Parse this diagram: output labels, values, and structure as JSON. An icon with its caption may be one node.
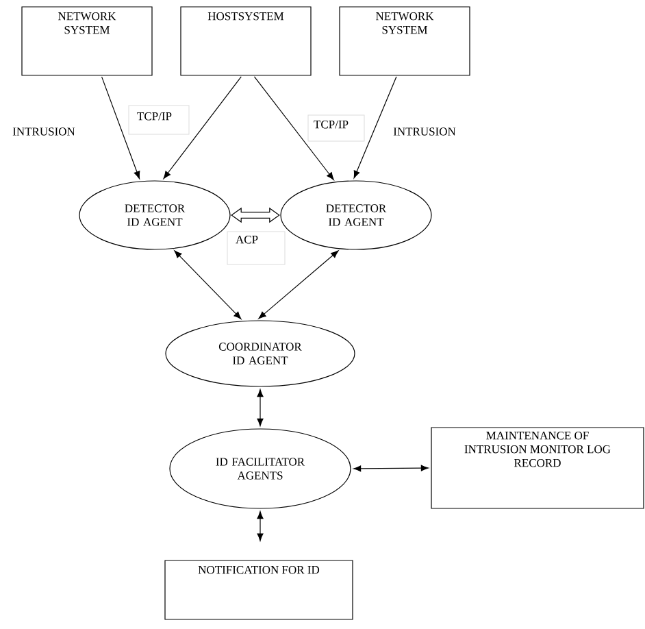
{
  "diagram": {
    "nodes": [
      {
        "text": [
          "NETWORK SYSTEM"
        ]
      },
      {
        "text": [
          "HOSTSYSTEM"
        ]
      },
      {
        "text": [
          "NETWORK SYSTEM"
        ]
      },
      {
        "text": [
          "DETECTOR ID AGENT"
        ]
      },
      {
        "text": [
          "DETECTOR ID AGENT"
        ]
      },
      {
        "text": [
          "COORDINATOR ID AGENT"
        ]
      },
      {
        "text": [
          "ID FACILITATOR AGENTS"
        ]
      },
      {
        "text": [
          "MAINTENANCE OF INTRUSION MONITOR LOG RECORD"
        ]
      },
      {
        "text": [
          "NOTIFICATION FOR ID"
        ]
      }
    ],
    "edges": [
      {
        "from": 0,
        "to": 3,
        "arrow": "to"
      },
      {
        "from": 1,
        "to": 3,
        "arrow": "to"
      },
      {
        "from": 1,
        "to": 4,
        "arrow": "to"
      },
      {
        "from": 2,
        "to": 4,
        "arrow": "to"
      },
      {
        "from": 3,
        "to": 4,
        "arrow": "both",
        "style": "thick"
      },
      {
        "from": 3,
        "to": 5,
        "arrow": "both"
      },
      {
        "from": 4,
        "to": 5,
        "arrow": "both"
      },
      {
        "from": 5,
        "to": 6,
        "arrow": "both"
      },
      {
        "from": 6,
        "to": 7,
        "arrow": "both"
      },
      {
        "from": 6,
        "to": 8,
        "arrow": "both"
      }
    ],
    "labels": [
      "INTRUSION",
      "TCP/IP",
      "TCP/IP",
      "INTRUSION",
      "ACP"
    ]
  }
}
